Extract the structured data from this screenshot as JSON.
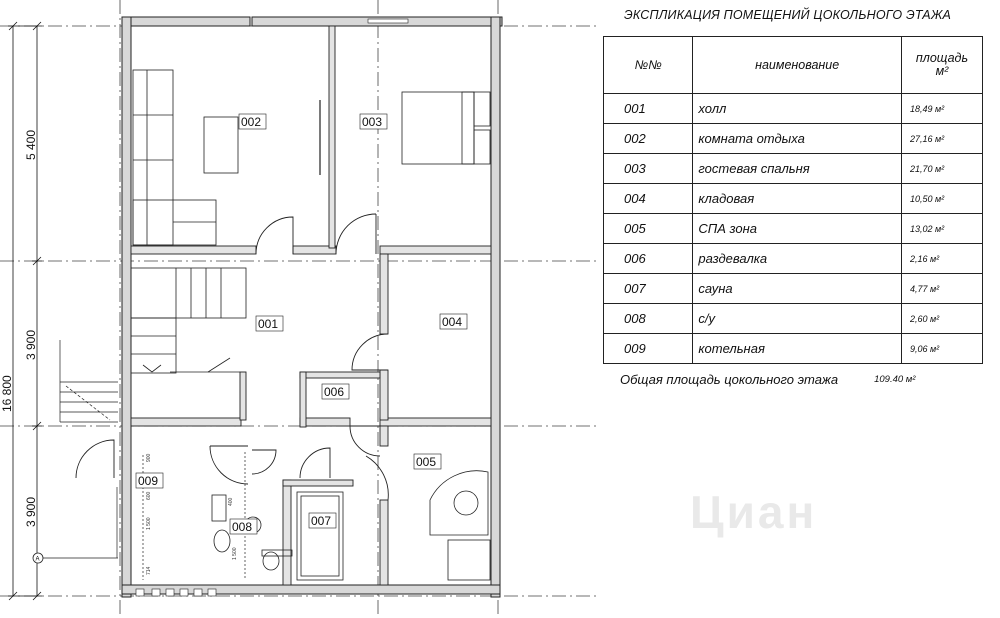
{
  "explication": {
    "title": "ЭКСПЛИКАЦИЯ ПОМЕЩЕНИЙ ЦОКОЛЬНОГО ЭТАЖА",
    "headers": {
      "num": "№№",
      "name": "наименование",
      "area_line1": "площадь",
      "area_line2": "м²"
    },
    "rows": [
      {
        "num": "001",
        "name": "холл",
        "area": "18,49 м²"
      },
      {
        "num": "002",
        "name": "комната отдыха",
        "area": "27,16 м²"
      },
      {
        "num": "003",
        "name": "гостевая спальня",
        "area": "21,70 м²"
      },
      {
        "num": "004",
        "name": "кладовая",
        "area": "10,50 м²"
      },
      {
        "num": "005",
        "name": "СПА зона",
        "area": "13,02 м²"
      },
      {
        "num": "006",
        "name": "раздевалка",
        "area": "2,16 м²"
      },
      {
        "num": "007",
        "name": "сауна",
        "area": "4,77 м²"
      },
      {
        "num": "008",
        "name": "с/у",
        "area": "2,60 м²"
      },
      {
        "num": "009",
        "name": "котельная",
        "area": "9,06 м²"
      }
    ],
    "total_label": "Общая площадь цокольного этажа",
    "total_value": "109.40 м²"
  },
  "plan": {
    "rooms": [
      "001",
      "002",
      "003",
      "004",
      "005",
      "006",
      "007",
      "008",
      "009"
    ],
    "dimensions": {
      "total": "16 800",
      "upper": "5 400",
      "middle": "3 900",
      "lower": "3 900"
    },
    "small_dims": [
      "900",
      "600",
      "1 500",
      "714",
      "1 500",
      "400"
    ],
    "axis_marker": "А"
  },
  "watermark": "Циан"
}
